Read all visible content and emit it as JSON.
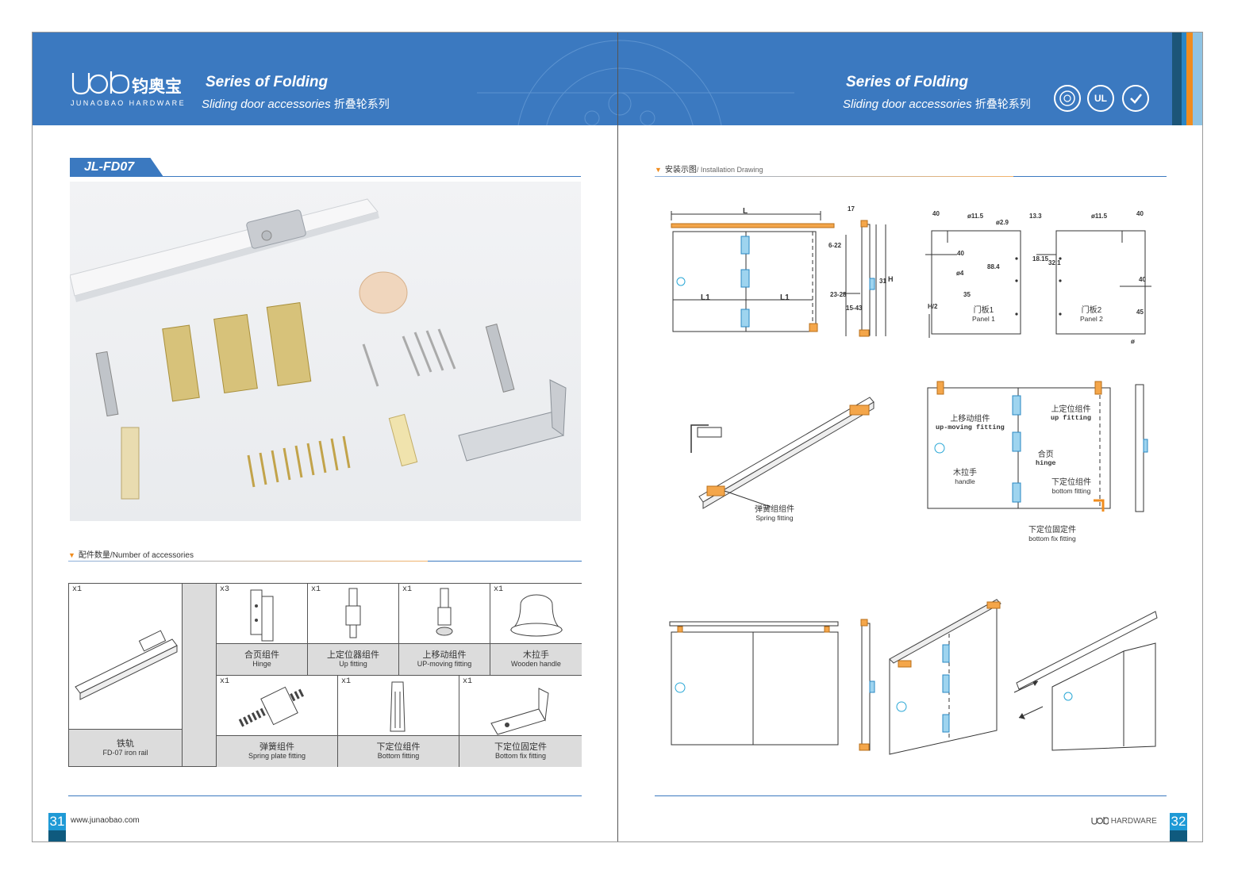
{
  "header": {
    "brand_en": "JUNAOBAO HARDWARE",
    "brand_cn": "钧奥宝",
    "series_title": "Series of Folding",
    "series_sub_en": "Sliding door accessories",
    "series_sub_cn": "折叠轮系列",
    "certs": [
      "UL"
    ],
    "colors": {
      "blue": "#3b79c0",
      "orange": "#f08c1e",
      "teal": "#1f9ad6"
    }
  },
  "left_page": {
    "model": "JL-FD07",
    "accessories_label_cn": "配件数量",
    "accessories_label_en": "/Number of accessories",
    "accessories": [
      {
        "qty": "x1",
        "cn": "铁轨",
        "en": "FD-07 iron rail"
      },
      {
        "qty": "x3",
        "cn": "合页组件",
        "en": "Hinge"
      },
      {
        "qty": "x1",
        "cn": "上定位器组件",
        "en": "Up fitting"
      },
      {
        "qty": "x1",
        "cn": "上移动组件",
        "en": "UP-moving fitting"
      },
      {
        "qty": "x1",
        "cn": "木拉手",
        "en": "Wooden handle"
      },
      {
        "qty": "x1",
        "cn": "弹簧组件",
        "en": "Spring plate fitting"
      },
      {
        "qty": "x1",
        "cn": "下定位组件",
        "en": "Bottom fitting"
      },
      {
        "qty": "x1",
        "cn": "下定位固定件",
        "en": "Bottom fix fitting"
      }
    ],
    "website": "www.junaobao.com",
    "page_number": "31"
  },
  "right_page": {
    "install_label_cn": "安装示图",
    "install_label_en": "/ Installation Drawing",
    "dims": {
      "L": "L",
      "L1": "L1",
      "d17": "17",
      "d6_22": "6-22",
      "d23_28": "23-28",
      "d15_43": "15-43",
      "d31": "31",
      "dH": "H",
      "d40a": "40",
      "phi11_5a": "ø11.5",
      "phi2_9": "ø2.9",
      "d13_3": "13.3",
      "phi11_5b": "ø11.5",
      "d40b": "40",
      "d40c": "40",
      "d40d": "40",
      "d35": "35",
      "phi4": "ø4",
      "d88_4": "88.4",
      "d18_15": "18.15",
      "d32_1": "32.1",
      "h12": "H/2",
      "d45": "45",
      "phi": "ø"
    },
    "panel1_cn": "门板1",
    "panel1_en": "Panel 1",
    "panel2_cn": "门板2",
    "panel2_en": "Panel 2",
    "labels": {
      "spring_cn": "弹簧组组件",
      "spring_en": "Spring fitting",
      "upmove_cn": "上移动组件",
      "upmove_en": "up-moving fitting",
      "upfit_cn": "上定位组件",
      "upfit_en": "up fitting",
      "handle_cn": "木拉手",
      "handle_en": "handle",
      "hinge_cn": "合页",
      "hinge_en": "hinge",
      "bottom_cn": "下定位组件",
      "bottom_en": "bottom fitting",
      "bottomfix_cn": "下定位固定件",
      "bottomfix_en": "bottom fix fitting"
    },
    "footer_brand": "HARDWARE",
    "page_number": "32"
  }
}
